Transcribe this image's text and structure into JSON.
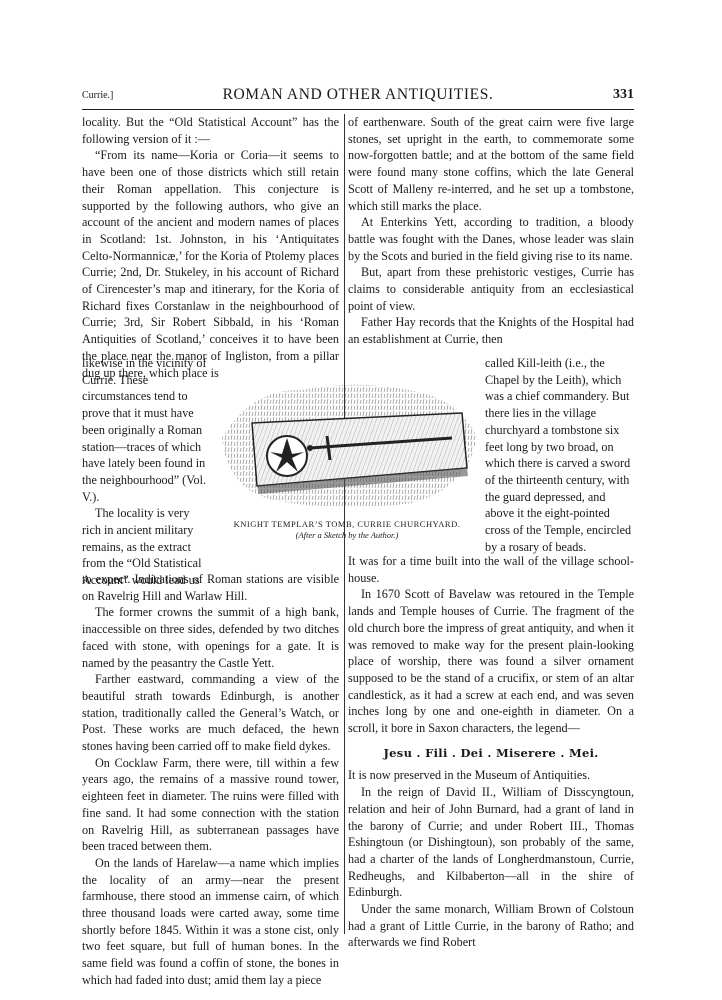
{
  "header": {
    "section": "Currie.]",
    "title": "ROMAN AND OTHER ANTIQUITIES.",
    "page_number": "331"
  },
  "left_column": {
    "p1": "locality. But the “Old Statistical Account” has the following version of it :—",
    "p2": "“From its name—Koria or Coria—it seems to have been one of those districts which still retain their Roman appellation. This conjecture is supported by the following authors, who give an account of the ancient and modern names of places in Scotland: 1st. Johnston, in his ‘Antiquitates Celto-Normannicæ,’ for the Koria of Ptolemy places Currie; 2nd, Dr. Stukeley, in his account of Richard of Cirencester’s map and itinerary, for the Koria of Richard fixes Corstanlaw in the neighbourhood of Currie; 3rd, Sir Robert Sibbald, in his ‘Roman Antiquities of Scotland,’ conceives it to have been the place near the manor of Ingliston, from a pillar dug up there, which place is",
    "narrow_p1": "likewise in the vicinity of Currie. These circumstances tend to prove that it must have been originally a Roman station—traces of which have lately been found in the neighbourhood” (Vol. V.).",
    "narrow_p2": "The locality is very rich in ancient military remains, as the extract from the “Old Statistical Account” would lead us",
    "p3": "to expect. Indications of Roman stations are visible on Ravelrig Hill and Warlaw Hill.",
    "p4": "The former crowns the summit of a high bank, inaccessible on three sides, defended by two ditches faced with stone, with openings for a gate. It is named by the peasantry the Castle Yett.",
    "p5": "Farther eastward, commanding a view of the beautiful strath towards Edinburgh, is another station, traditionally called the General’s Watch, or Post. These works are much defaced, the hewn stones having been carried off to make field dykes.",
    "p6": "On Cocklaw Farm, there were, till within a few years ago, the remains of a massive round tower, eighteen feet in diameter. The ruins were filled with fine sand. It had some connection with the station on Ravelrig Hill, as subterranean passages have been traced between them.",
    "p7": "On the lands of Harelaw—a name which implies the locality of an army—near the present farmhouse, there stood an immense cairn, of which three thousand loads were carted away, some time shortly before 1845. Within it was a stone cist, only two feet square, but full of human bones. In the same field was found a coffin of stone, the bones in which had faded into dust; amid them lay a piece"
  },
  "right_column": {
    "p1": "of earthenware. South of the great cairn were five large stones, set upright in the earth, to commemorate some now-forgotten battle; and at the bottom of the same field were found many stone coffins, which the late General Scott of Malleny re-interred, and he set up a tombstone, which still marks the place.",
    "p2": "At Enterkins Yett, according to tradition, a bloody battle was fought with the Danes, whose leader was slain by the Scots and buried in the field giving rise to its name.",
    "p3": "But, apart from these prehistoric vestiges, Currie has claims to considerable antiquity from an ecclesiastical point of view.",
    "p4": "Father Hay records that the Knights of the Hospital had an establishment at Currie, then",
    "narrow_p1": "called Kill-leith (i.e., the Chapel by the Leith), which was a chief commandery. But there lies in the village churchyard a tombstone six feet long by two broad, on which there is carved a sword of the thirteenth century, with the guard depressed, and above it the eight-pointed cross of the Temple, encircled by a rosary of beads.",
    "p5": "It was for a time built into the wall of the village school-house.",
    "p6": "In 1670 Scott of Bavelaw was retoured in the Temple lands and Temple houses of Currie. The fragment of the old church bore the impress of great antiquity, and when it was removed to make way for the present plain-looking place of worship, there was found a silver ornament supposed to be the stand of a crucifix, or stem of an altar candlestick, as it had a screw at each end, and was seven inches long by one and one-eighth in diameter. On a scroll, it bore in Saxon characters, the legend—",
    "legend": "Jesu . Fili . Dei . Miserere . Mei.",
    "p7": "It is now preserved in the Museum of Antiquities.",
    "p8": "In the reign of David II., William of Disscyngtoun, relation and heir of John Burnard, had a grant of land in the barony of Currie; and under Robert III., Thomas Eshingtoun (or Dishingtoun), son probably of the same, had a charter of the lands of Longherdmanstoun, Currie, Redheughs, and Kilbaberton—all in the shire of Edinburgh.",
    "p9": "Under the same monarch, William Brown of Colstoun had a grant of Little Currie, in the barony of Ratho; and afterwards we find Robert"
  },
  "figure": {
    "caption_line1": "KNIGHT TEMPLAR’S TOMB, CURRIE CHURCHYARD.",
    "caption_line2": "(After a Sketch by the Author.)"
  }
}
